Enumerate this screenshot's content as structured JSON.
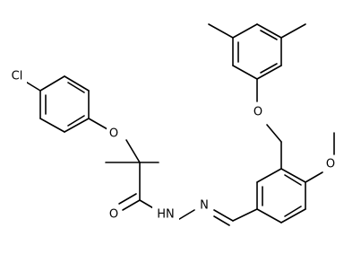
{
  "diagram": {
    "type": "chemical-structure",
    "atom_labels": {
      "chlorine": "Cl",
      "ether_oxygen_left": "O",
      "carbonyl_oxygen": "O",
      "amide_nitrogen": "HN",
      "hydrazone_nitrogen": "N",
      "benzyl_ether_oxygen": "O",
      "methoxy_oxygen": "O"
    },
    "colors": {
      "bond": "#000000",
      "background": "#ffffff",
      "label": "#000000"
    }
  }
}
